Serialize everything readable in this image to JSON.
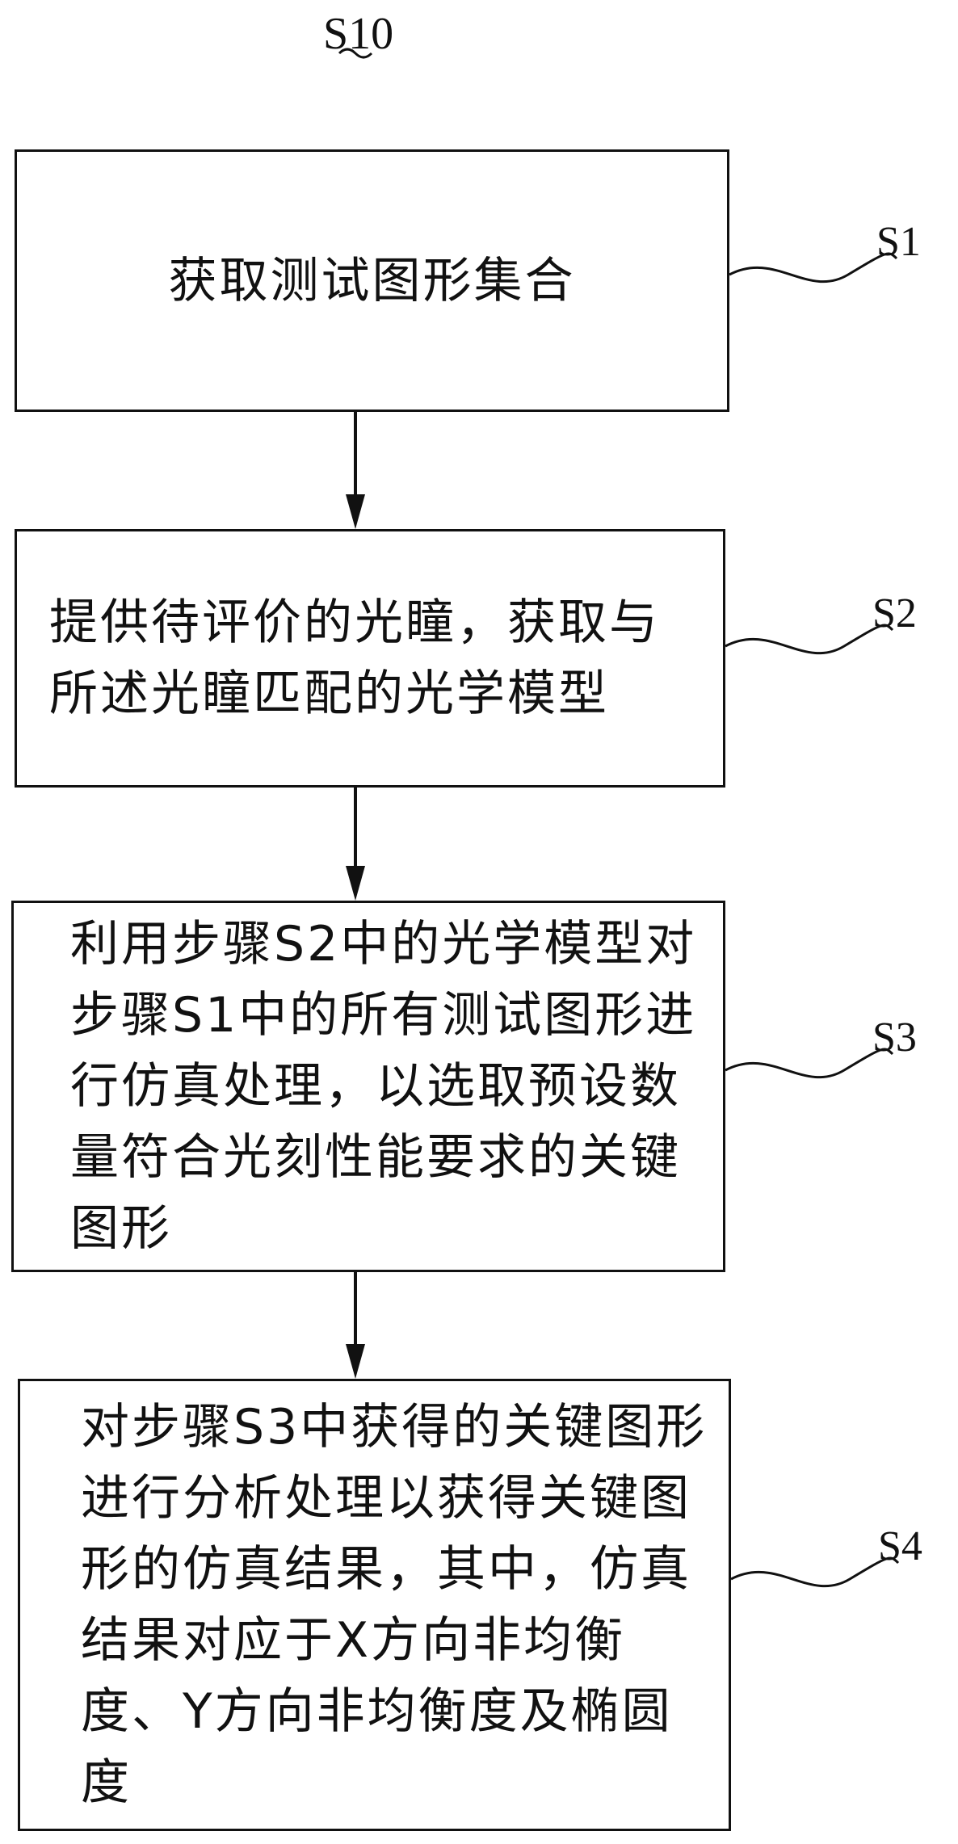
{
  "figure_label": "S10",
  "steps": [
    {
      "id": "S1",
      "lines": [
        "获取测试图形集合"
      ]
    },
    {
      "id": "S2",
      "lines": [
        "提供待评价的光瞳，获取与",
        "所述光瞳匹配的光学模型"
      ]
    },
    {
      "id": "S3",
      "lines": [
        "利用步骤S2中的光学模型对",
        "步骤S1中的所有测试图形进",
        "行仿真处理，以选取预设数",
        "量符合光刻性能要求的关键",
        "图形"
      ]
    },
    {
      "id": "S4",
      "lines": [
        "对步骤S3中获得的关键图形",
        "进行分析处理以获得关键图",
        "形的仿真结果，其中，仿真",
        "结果对应于X方向非均衡",
        "度、Y方向非均衡度及椭圆",
        "度"
      ]
    }
  ]
}
